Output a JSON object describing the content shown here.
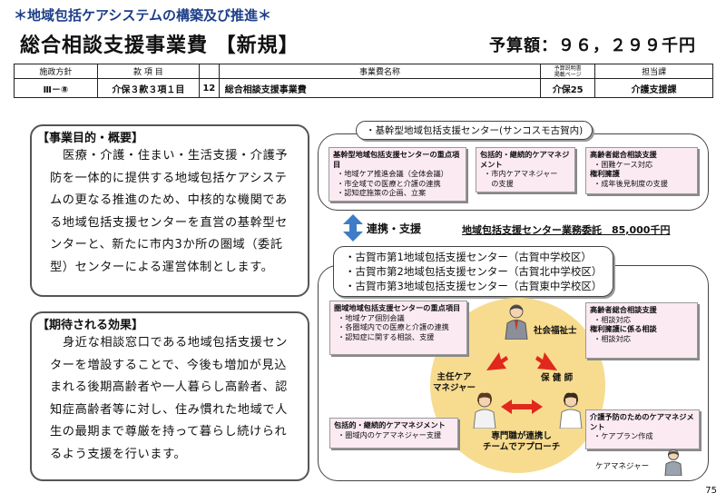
{
  "header": {
    "banner": "＊地域包括ケアシステムの構築及び推進＊",
    "title": "総合相談支援事業費 【新規】",
    "budget": "予算額：９６，２９９千円"
  },
  "info_table": {
    "headers": [
      "施政方針",
      "款 項 目",
      "",
      "事業費名称",
      "予算説明書\n掲載ページ",
      "担当課"
    ],
    "row": [
      "Ⅲ－⑧",
      "介保３款３項１目",
      "12",
      "総合相談支援事業費",
      "介保25",
      "介護支援課"
    ]
  },
  "purpose": {
    "heading": "【事業目的・概要】",
    "body": "医療・介護・住まい・生活支援・介護予防を一体的に提供する地域包括ケアシステムの更なる推進のため、中核的な機関である地域包括支援センターを直営の基幹型センターと、新たに市内3か所の圏域（委託型）センターによる運営体制とします。"
  },
  "effects": {
    "heading": "【期待される効果】",
    "body": "身近な相談窓口である地域包括支援センターを増設することで、今後も増加が見込まれる後期高齢者や一人暮らし高齢者、認知症高齢者等に対し、住み慣れた地域で人生の最期まで尊厳を持って暮らし続けられるよう支援を行います。"
  },
  "diagram": {
    "core_center": "・基幹型地域包括支援センター(サンコスモ古賀内)",
    "core_boxes": [
      {
        "title": "基幹型地域包括支援センターの重点項目",
        "items": [
          "・地域ケア推進会議（全体会議）",
          "・市全域での医療と介護の連携",
          "・認知症施策の企画、立案"
        ]
      },
      {
        "title": "包括的・継続的ケアマネジメント",
        "items": [
          "・市内ケアマネジャー",
          "　の支援"
        ]
      },
      {
        "title": "高齢者総合相談支援",
        "items": [
          "・困難ケース対応"
        ],
        "title2": "権利擁護",
        "items2": [
          "・成年後見制度の支援"
        ]
      }
    ],
    "link_label": "連携・支援",
    "contract_label": "地域包括支援センター業務委託　85,000千円",
    "area_centers": [
      "・古賀市第1地域包括支援センター（古賀中学校区）",
      "・古賀市第2地域包括支援センター（古賀北中学校区）",
      "・古賀市第3地域包括支援センター（古賀東中学校区）"
    ],
    "area_boxes": [
      {
        "title": "圏域地域包括支援センターの重点項目",
        "items": [
          "・地域ケア個別会議",
          "・各圏域内での医療と介護の連携",
          "・認知症に関する相談、支援"
        ]
      },
      {
        "title": "高齢者総合相談支援",
        "items": [
          "・相談対応"
        ],
        "title2": "権利擁護に係る相談",
        "items2": [
          "・相談対応"
        ]
      },
      {
        "title": "包括的・継続的ケアマネジメント",
        "items": [
          "・圏域内のケアマネジャー支援"
        ]
      },
      {
        "title": "介護予防のためのケアマネジメント",
        "items": [
          "・ケアプラン作成"
        ]
      }
    ],
    "roles": {
      "social_worker": "社会福祉士",
      "care_manager_chief": "主任ケア\nマネジャー",
      "nurse": "保 健 師",
      "team": "専門職が連携し\nチームでアプローチ",
      "care_manager": "ケアマネジャー"
    },
    "colors": {
      "box_fill": "#fbeaf2",
      "circle_fill": "#f7dc8f",
      "arrow_red": "#e0281c",
      "arrow_blue": "#3e7cc8"
    }
  },
  "page_number": "75"
}
